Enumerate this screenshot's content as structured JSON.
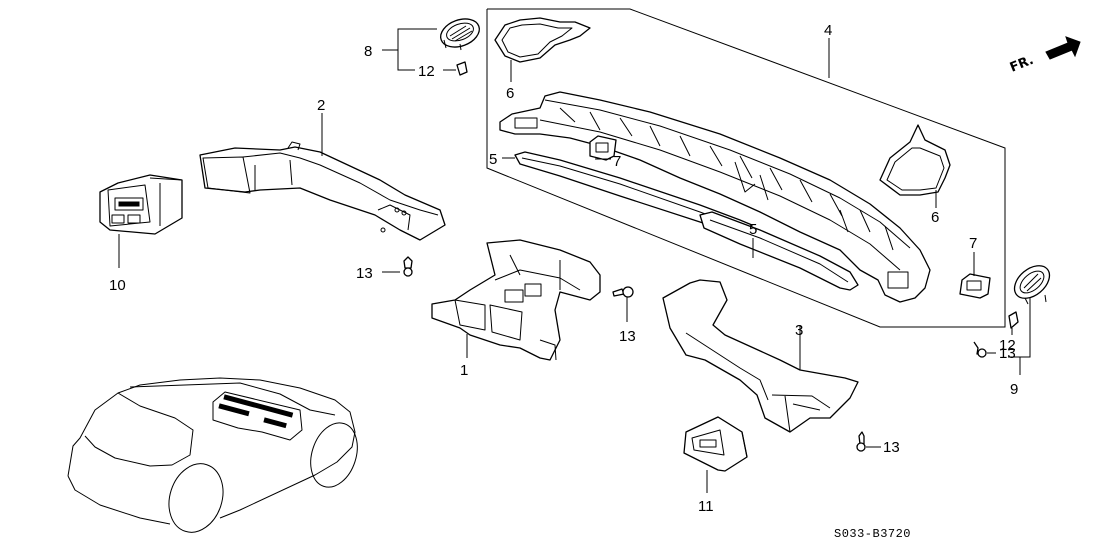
{
  "diagram": {
    "title": "Dashboard air duct / vent parts diagram",
    "drawing_code": "S033-B3720",
    "direction_marker": "FR.",
    "callouts": [
      {
        "id": "1",
        "part": "center-duct-assembly"
      },
      {
        "id": "2",
        "part": "left-side-duct"
      },
      {
        "id": "3",
        "part": "right-side-duct"
      },
      {
        "id": "4",
        "part": "defroster-nozzle-assembly"
      },
      {
        "id": "5",
        "part": "defroster-garnish-seal"
      },
      {
        "id": "6",
        "part": "side-defroster-seal"
      },
      {
        "id": "7",
        "part": "side-defroster-grille"
      },
      {
        "id": "8",
        "part": "left-side-defroster-vent"
      },
      {
        "id": "9",
        "part": "right-side-defroster-vent"
      },
      {
        "id": "10",
        "part": "left-air-outlet"
      },
      {
        "id": "11",
        "part": "right-air-outlet"
      },
      {
        "id": "12",
        "part": "clip"
      },
      {
        "id": "13",
        "part": "screw"
      }
    ],
    "labels": {
      "l1": "1",
      "l2": "2",
      "l3": "3",
      "l4": "4",
      "l5a": "5",
      "l5b": "5",
      "l6a": "6",
      "l6b": "6",
      "l7a": "7",
      "l7b": "7",
      "l8": "8",
      "l9": "9",
      "l10": "10",
      "l11": "11",
      "l12a": "12",
      "l12b": "12",
      "l13a": "13",
      "l13b": "13",
      "l13c": "13",
      "l13d": "13"
    }
  }
}
